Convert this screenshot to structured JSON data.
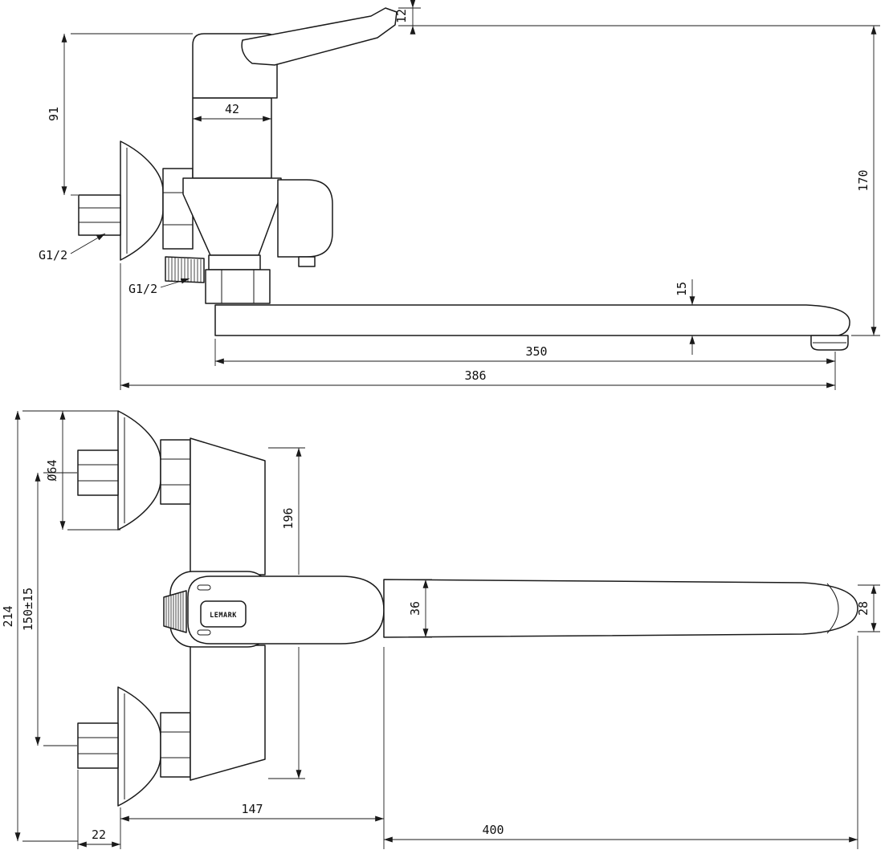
{
  "colors": {
    "background": "#ffffff",
    "line": "#1a1a1a",
    "text": "#111111"
  },
  "brand": "LEMARK",
  "side_view": {
    "dims": {
      "handle_rise": "12",
      "handle_height": "91",
      "body_width": "42",
      "overall_height": "170",
      "spout_height": "15",
      "spout_reach": "350",
      "overall_reach": "386"
    },
    "labels": {
      "inlet_thread": "G1/2",
      "shower_thread": "G1/2"
    }
  },
  "plan_view": {
    "dims": {
      "flange_diameter": "Ø64",
      "overall_height": "214",
      "mounting_centers": "150±15",
      "body_span": "196",
      "spout_width": "36",
      "spout_tip_width": "28",
      "body_reach": "147",
      "nipple_length": "22",
      "spout_length": "400"
    }
  }
}
